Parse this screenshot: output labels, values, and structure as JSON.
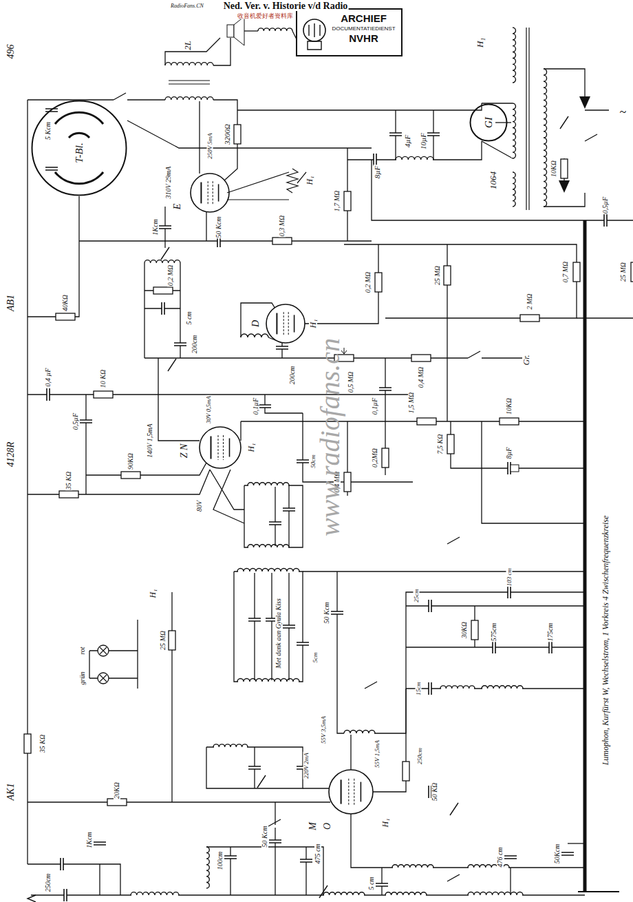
{
  "diagram": {
    "nodes": [
      {
        "text": [
          "ARCHIEF",
          "DOCUMENTATIEDIENST",
          "NVHR"
        ]
      },
      {
        "text": [
          "T-Bl."
        ]
      },
      {
        "text": [
          "GI"
        ]
      }
    ],
    "labels": [
      "Ned. Ver. v. Historie v/d Radio",
      "RadioFans.CN",
      "收音机爱好者资料库",
      "496",
      "AB1",
      "4128R",
      "AK1",
      "2L",
      "H₁",
      "1064",
      "4µF",
      "10µF",
      "8µF",
      "10KΩ",
      "3200Ω",
      "5 Kcm",
      "310V 29mA",
      "250V 5mA",
      "1Kcm",
      "E",
      "H₁",
      "0,3 MΩ",
      "1,7 MΩ",
      "50 Kcm",
      "0,5µF",
      "0,2 MΩ",
      "5 cm",
      "200cm",
      "40KΩ",
      "D",
      "H₁",
      "0,2 MΩ",
      "25 MΩ",
      "0,7 MΩ",
      "25 MΩ",
      "2 MΩ",
      "200cm",
      "Gr.",
      "0,4 µF",
      "10 KΩ",
      "0,1µF",
      "0,5 MΩ",
      "0,4 MΩ",
      "0,1µF",
      "1,5 MΩ",
      "10KΩ",
      "7,5 KΩ",
      "8µF",
      "0,5µF",
      "140V 1,5mA",
      "30V 0,5mA",
      "Z N",
      "H₁",
      "90KΩ",
      "50cm",
      "0,4 MΩ",
      "0,2MΩ",
      "35 KΩ",
      "80V",
      "www.radiofans.cn",
      "Lumophon, Kurfürst W, Wechselstrom, 1 Vorkreis 4 Zwischenfrequenzkreise",
      "Met dank aan Gyula Kiss",
      "5cm",
      "50 Kcm",
      "103 cm",
      "25cm",
      "30KΩ",
      "575cm",
      "175cm",
      "15cm",
      "H₁",
      "rot",
      "grün",
      "25 MΩ",
      "35 KΩ",
      "20KΩ",
      "55V 3,5mA",
      "55V 1,5mA",
      "220V 2mA",
      "250cm",
      "50 KΩ",
      "M",
      "O",
      "H₁",
      "50 Kcm",
      "100cm",
      "475 cm",
      "1Kcm",
      "250cm",
      "5 cm",
      "476 cm",
      "50Kcm",
      "~"
    ]
  }
}
